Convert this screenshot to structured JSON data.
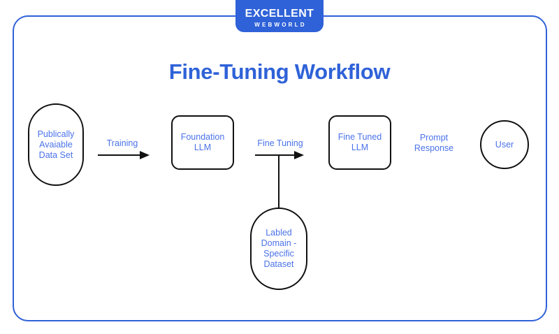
{
  "logo": {
    "main": "EXCELLENT",
    "sub": "WEBWORLD"
  },
  "title": "Fine-Tuning Workflow",
  "colors": {
    "brand_blue": "#2f62d8",
    "text_blue": "#4a72e8",
    "stroke_black": "#111111",
    "background": "#ffffff"
  },
  "nodes": [
    {
      "id": "publically-available-data-set",
      "shape": "stadium",
      "label": "Publically\nAvaiable\nData Set"
    },
    {
      "id": "foundation-llm",
      "shape": "rounded-box",
      "label": "Foundation\nLLM"
    },
    {
      "id": "fine-tuned-llm",
      "shape": "rounded-box",
      "label": "Fine Tuned\nLLM"
    },
    {
      "id": "user",
      "shape": "circle",
      "label": "User"
    },
    {
      "id": "labeled-domain-specific-dataset",
      "shape": "stadium",
      "label": "Labled\nDomain -\nSpecific\nDataset"
    }
  ],
  "edges": [
    {
      "id": "training",
      "label": "Training",
      "from": "publically-available-data-set",
      "to": "foundation-llm",
      "style": "arrow"
    },
    {
      "id": "fine-tuning",
      "label": "Fine Tuning",
      "from": "foundation-llm",
      "to": "fine-tuned-llm",
      "style": "arrow"
    },
    {
      "id": "dataset-feed",
      "label": "",
      "from": "labeled-domain-specific-dataset",
      "to": "fine-tuning",
      "style": "line"
    },
    {
      "id": "prompt-response",
      "label": "Prompt\nResponse",
      "from": "fine-tuned-llm",
      "to": "user",
      "style": "label-only"
    }
  ]
}
